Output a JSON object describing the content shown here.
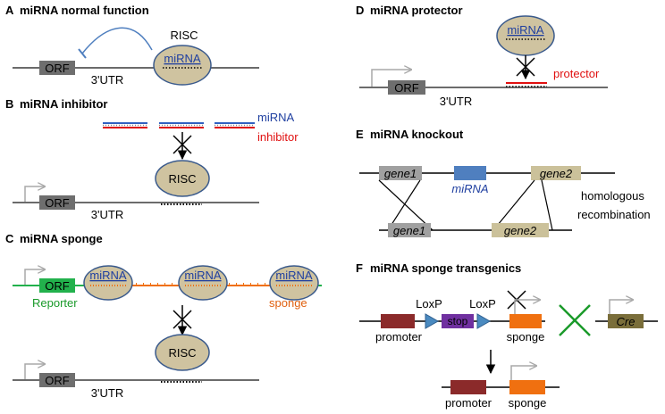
{
  "panels": {
    "A": {
      "letter": "A",
      "title": "miRNA normal function",
      "risc": "RISC",
      "mirna": "miRNA",
      "orf": "ORF",
      "utr": "3'UTR"
    },
    "B": {
      "letter": "B",
      "title": "miRNA inhibitor",
      "mirna_label": "miRNA",
      "inhibitor_label": "inhibitor",
      "risc": "RISC",
      "orf": "ORF",
      "utr": "3'UTR"
    },
    "C": {
      "letter": "C",
      "title": "miRNA sponge",
      "mirna": "miRNA",
      "orf": "ORF",
      "reporter": "Reporter",
      "sponge": "sponge",
      "risc": "RISC",
      "orf2": "ORF",
      "utr": "3'UTR"
    },
    "D": {
      "letter": "D",
      "title": "miRNA protector",
      "mirna": "miRNA",
      "protector": "protector",
      "orf": "ORF",
      "utr": "3'UTR"
    },
    "E": {
      "letter": "E",
      "title": "miRNA knockout",
      "gene1": "gene1",
      "mirna": "miRNA",
      "gene2": "gene2",
      "homologous": "homologous",
      "recombination": "recombination",
      "gene1b": "gene1",
      "gene2b": "gene2"
    },
    "F": {
      "letter": "F",
      "title": "miRNA sponge transgenics",
      "loxp1": "LoxP",
      "loxp2": "LoxP",
      "stop": "stop",
      "promoter": "promoter",
      "sponge": "sponge",
      "cre": "Cre",
      "promoter2": "promoter",
      "sponge2": "sponge"
    }
  },
  "colors": {
    "line": "#6b6b6b",
    "orf_box": "#6e6e6e",
    "risc_fill": "#cfc3a0",
    "risc_stroke": "#3a5a8c",
    "mirna_blue": "#1f3fa0",
    "inhibitor_red": "#e01010",
    "gene_box": "#a0a0a0",
    "gene2_box": "#cbc19a",
    "mirna_box": "#4f7fbf",
    "reporter_green": "#22b14c",
    "sponge_orange": "#f07010",
    "promoter_red": "#8b2a2a",
    "stop_purple": "#7030a0",
    "loxp_blue": "#4a8ac0",
    "cre_olive": "#7a6e3a",
    "cross_green": "#1a9a2a"
  }
}
